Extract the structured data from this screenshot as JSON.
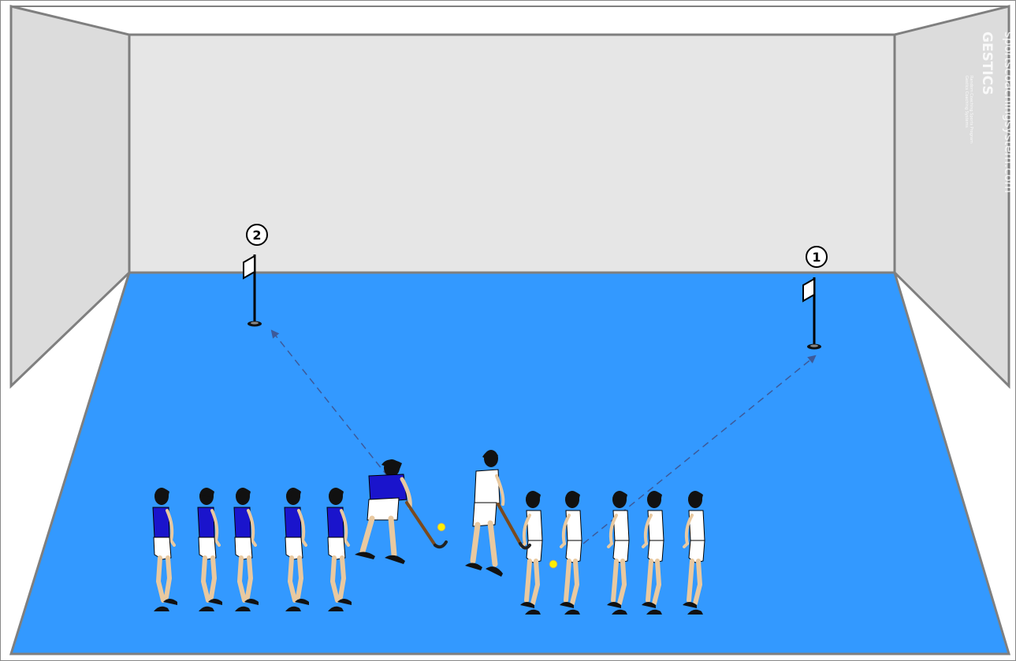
{
  "watermark": {
    "site": "sportscoachingsystem.com",
    "brand": "GESTICS",
    "tagline_1": "Random Coaching Sports Program",
    "tagline_2": "Gestics Coaching Systems"
  },
  "markers": [
    {
      "label": "1"
    },
    {
      "label": "2"
    }
  ],
  "colors": {
    "floor": "#3399ff",
    "wall": "#e5e5e5",
    "wall_edge": "#7f7f7f",
    "team_blue": "#1a14cc",
    "team_white": "#ffffff",
    "arrow": "#3b5998",
    "ball": "#ffee00"
  }
}
